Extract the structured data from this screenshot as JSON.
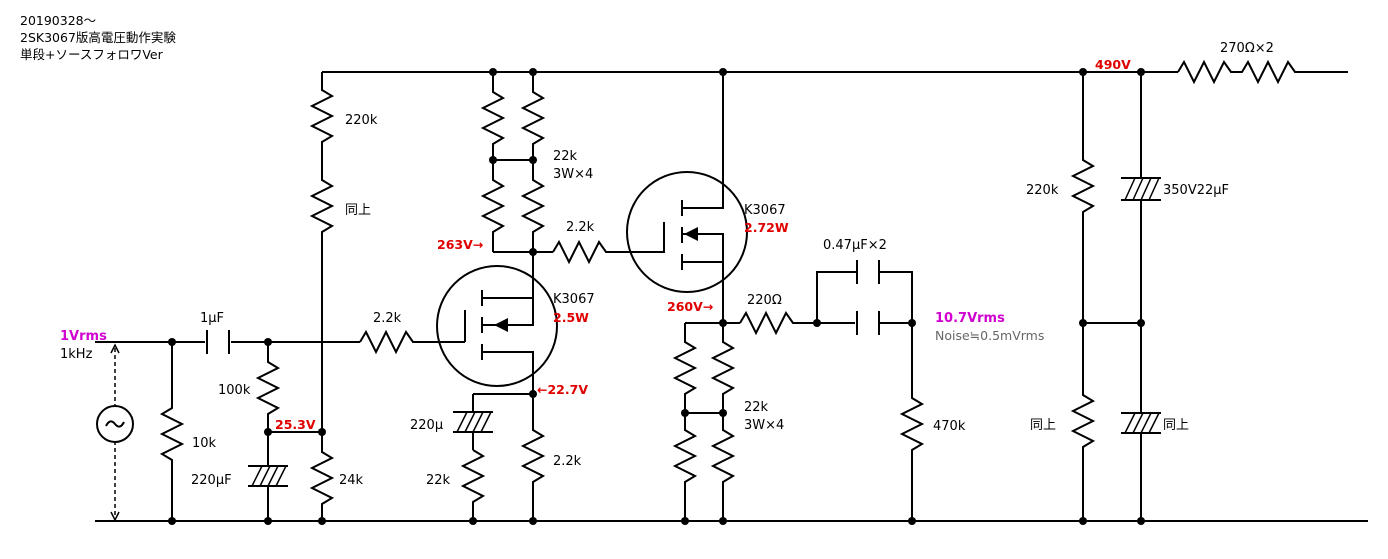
{
  "title": {
    "line1": "20190328～",
    "line2": "2SK3067版高電圧動作実験",
    "line3": "単段+ソースフォロワVer"
  },
  "labels": {
    "r_220k_top": "220k",
    "r_same": "同上",
    "r_22k_3w4_top": "22k",
    "r_3w4_top": "3W×4",
    "r_gate_2k2": "2.2k",
    "r_gate2_2k2": "2.2k",
    "q1_name": "K3067",
    "q1_power": "2.5W",
    "q2_name": "K3067",
    "q2_power": "2.72W",
    "v_263": "263V→",
    "v_260": "260V→",
    "v_22_7": "←22.7V",
    "v_25_3": "25.3V",
    "v_490": "490V",
    "input_level": "1Vrms",
    "input_freq": "1kHz",
    "c_in": "1μF",
    "r_in_10k": "10k",
    "r_100k": "100k",
    "c_220uF": "220μF",
    "r_24k": "24k",
    "c_220u_src": "220μ",
    "r_22k_src": "22k",
    "r_2k2_src": "2.2k",
    "r_220ohm": "220Ω",
    "c_out": "0.47μF×2",
    "out_level": "10.7Vrms",
    "noise": "Noise≒0.5mVrms",
    "r_470k": "470k",
    "r_22k_bot": "22k",
    "r_3w4_bot": "3W×4",
    "r_220k_psu": "220k",
    "c_350v": "350V22μF",
    "r_psu_same": "同上",
    "c_psu_same": "同上",
    "r_270": "270Ω×2"
  }
}
